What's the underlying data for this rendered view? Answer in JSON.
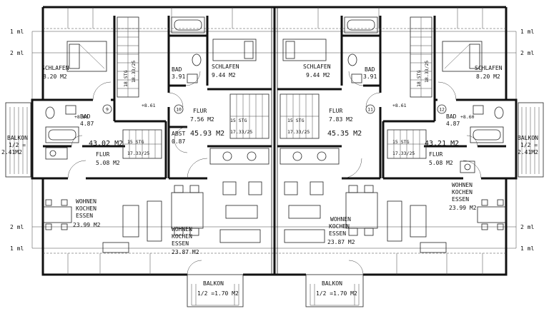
{
  "level_marks": {
    "one": "1 ml",
    "two": "2 ml"
  },
  "units": {
    "u9": {
      "num": "9",
      "schlafen": "SCHLAFEN",
      "schlafen_area": "8.20 M2",
      "bad": "BAD",
      "bad_area": "4.87",
      "total": "43.02 M2",
      "flur": "FLUR",
      "flur_area": "5.08 M2",
      "wohnen": "WOHNEN",
      "kochen": "KOCHEN",
      "essen": "ESSEN",
      "wohnen_area": "23.99 M2",
      "balkon": "BALKON",
      "balkon_area": "1/2 =",
      "balkon_area2": "2.41M2"
    },
    "u10": {
      "num": "10",
      "bad": "BAD",
      "bad_area": "3.91",
      "schlafen": "SCHLAFEN",
      "schlafen_area": "9.44 M2",
      "flur": "FLUR",
      "flur_area": "7.56 M2",
      "total": "45.93 M2",
      "abst": "ABST",
      "abst_area": "0.87",
      "wohnen": "WOHNEN",
      "kochen": "KOCHEN",
      "essen": "ESSEN",
      "wohnen_area": "23.87 M2",
      "balkon": "BALKON",
      "balkon_area": "1/2 =1.70 M2"
    },
    "u11": {
      "num": "11",
      "schlafen": "SCHLAFEN",
      "schlafen_area": "9.44 M2",
      "bad": "BAD",
      "bad_area": "3.91",
      "flur": "FLUR",
      "flur_area": "7.83 M2",
      "total": "45.35 M2",
      "wohnen": "WOHNEN",
      "kochen": "KOCHEN",
      "essen": "ESSEN",
      "wohnen_area": "23.87 M2",
      "balkon": "BALKON",
      "balkon_area": "1/2 =1.70 M2"
    },
    "u12": {
      "num": "12",
      "schlafen": "SCHLAFEN",
      "schlafen_area": "8.20 M2",
      "bad": "BAD",
      "bad_area": "4.87",
      "total": "43.21 M2",
      "flur": "FLUR",
      "flur_area": "5.08 M2",
      "wohnen": "WOHNEN",
      "kochen": "KOCHEN",
      "essen": "ESSEN",
      "wohnen_area": "23.99 M2",
      "balkon": "BALKON",
      "balkon_area": "1/2 =",
      "balkon_area2": "2.41M2"
    }
  },
  "stairs": {
    "s1": "18 STG",
    "s2": "15 STG",
    "s3": "15 STG",
    "s4": "15 STG",
    "s5": "15 STG",
    "s6": "18 STG",
    "r1": "18.33/25",
    "r2": "17.33/25"
  },
  "levels": {
    "l1": "+8.61",
    "l2": "+8.60"
  }
}
